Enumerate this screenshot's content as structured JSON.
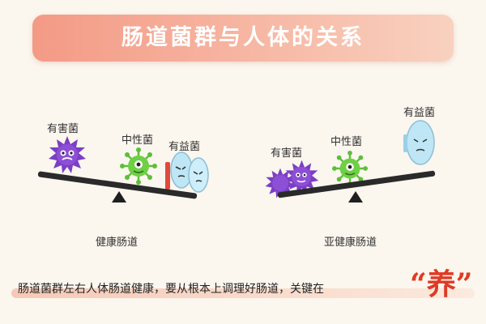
{
  "title": "肠道菌群与人体的关系",
  "left_scene": {
    "caption": "健康肠道",
    "labels": {
      "harmful": "有害菌",
      "neutral": "中性菌",
      "beneficial": "有益菌"
    }
  },
  "right_scene": {
    "caption": "亚健康肠道",
    "labels": {
      "harmful": "有害菌",
      "neutral": "中性菌",
      "beneficial": "有益菌"
    }
  },
  "slogan": {
    "text": "肠道菌群左右人体肠道健康，要从根本上调理好肠道，关键在",
    "emphasis": "“养”"
  },
  "colors": {
    "banner_start": "#f39a86",
    "harmful": "#7b3fc4",
    "neutral": "#5cbf3a",
    "beneficial": "#bfe6f5",
    "emphasis": "#e03a24"
  }
}
